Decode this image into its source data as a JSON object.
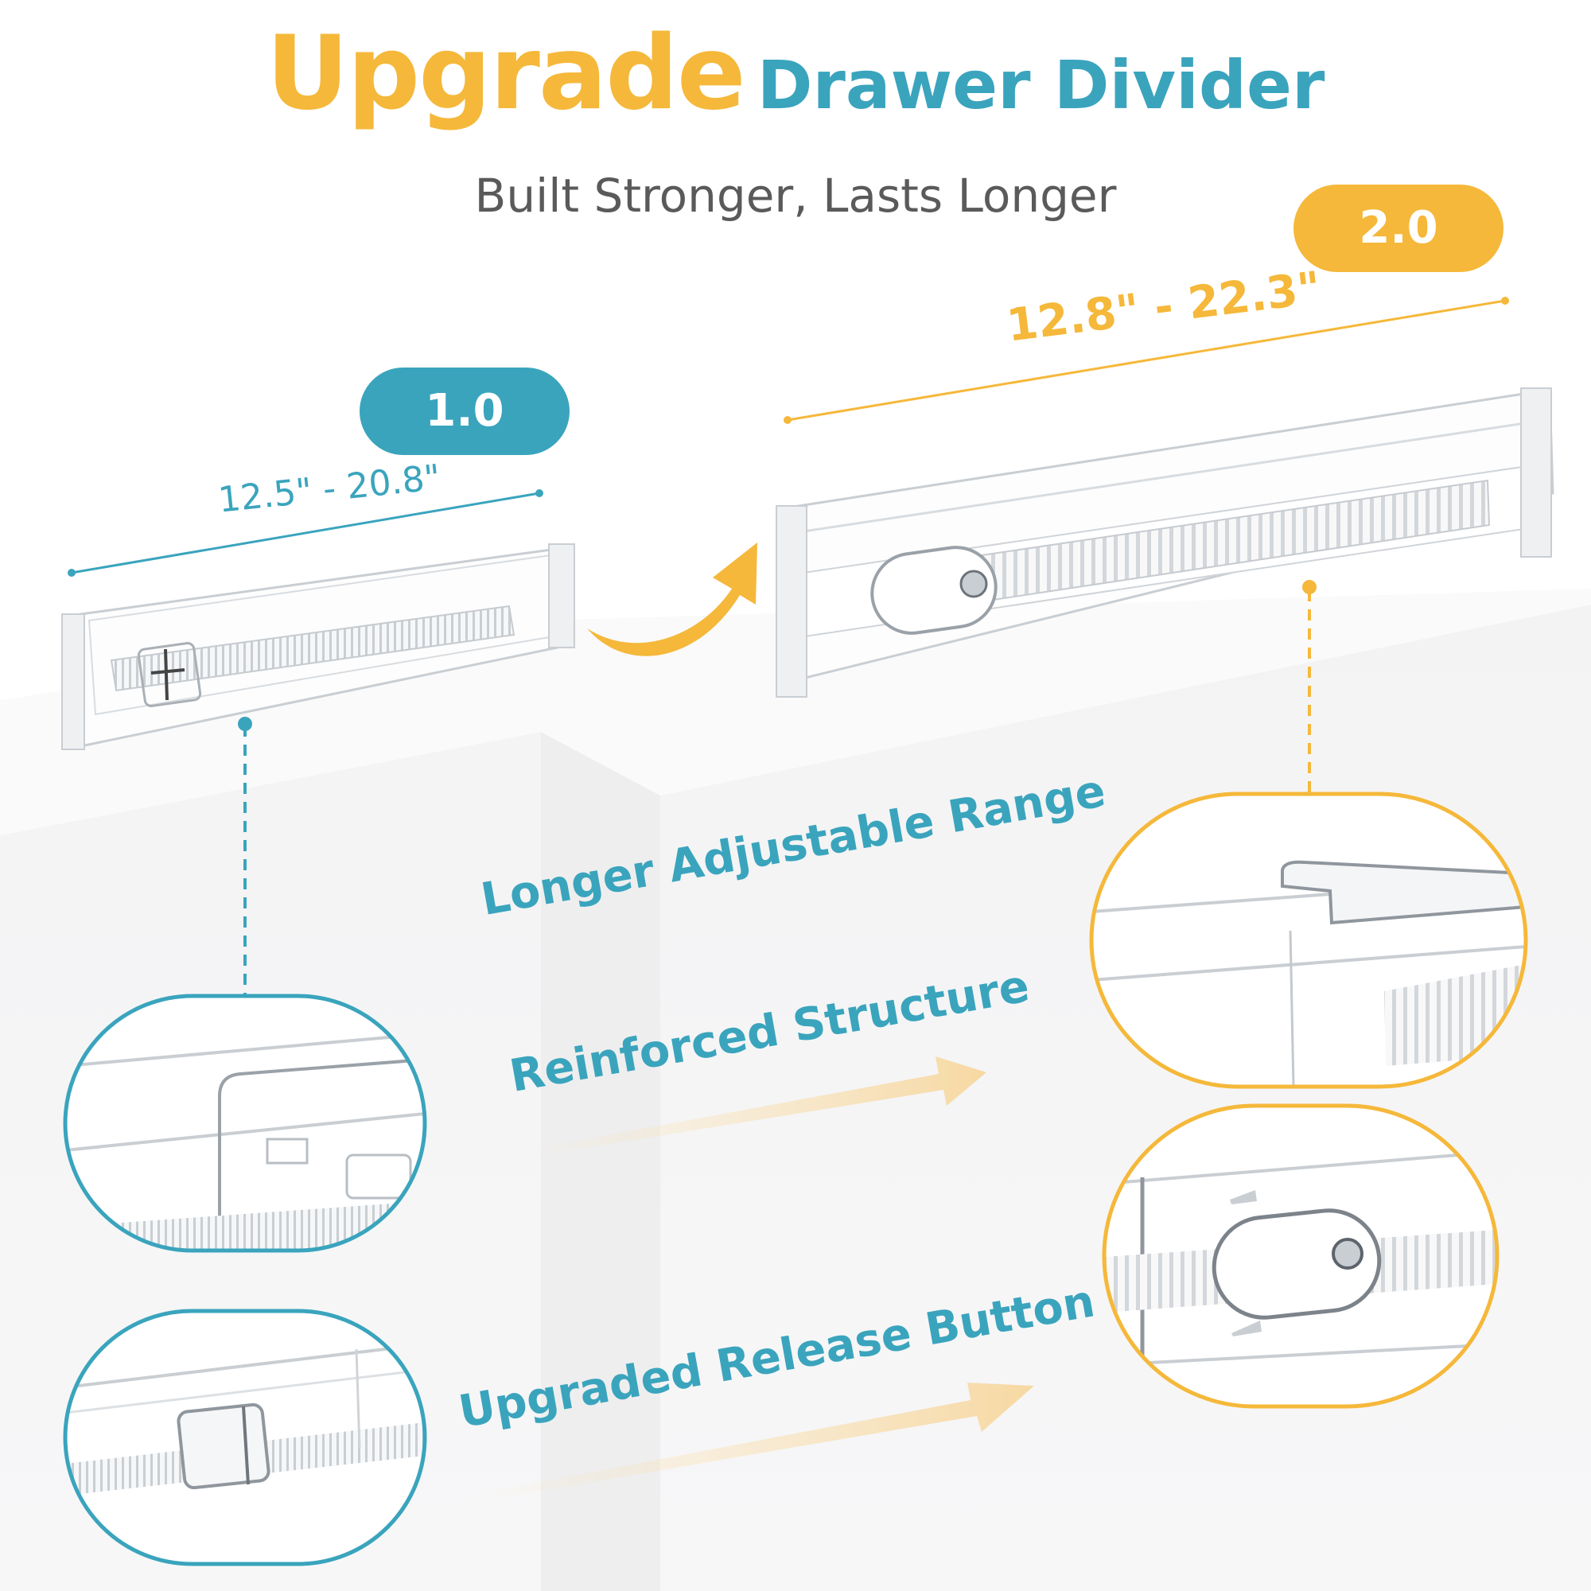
{
  "colors": {
    "accent_yellow": "#F5B83A",
    "accent_teal": "#3AA4BD",
    "subtitle_gray": "#5A5A5A",
    "clear_plastic_edge": "#C8CDD2",
    "table_surface": "#F4F4F5"
  },
  "header": {
    "title_highlight": "Upgrade",
    "title_rest": "Drawer Divider",
    "subtitle": "Built Stronger, Lasts Longer"
  },
  "versions": {
    "v1": {
      "label": "1.0",
      "range": "12.5\" - 20.8\""
    },
    "v2": {
      "label": "2.0",
      "range": "12.8\" - 22.3\""
    }
  },
  "features": [
    {
      "label": "Longer Adjustable Range"
    },
    {
      "label": "Reinforced Structure"
    },
    {
      "label": "Upgraded Release Button"
    }
  ],
  "icons": {
    "transition_arrow": "curved-arrow-icon",
    "feature_arrow": "chevron-right-arrow-icon"
  }
}
